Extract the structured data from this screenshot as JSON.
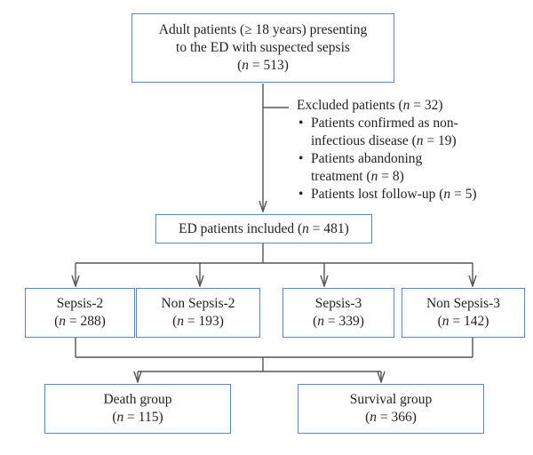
{
  "nodes": {
    "presenting": {
      "lines": [
        "Adult patients (≥ 18 years) presenting",
        "to the ED with suspected sepsis"
      ],
      "n": "513"
    },
    "excluded": {
      "title_prefix": "Excluded patients (",
      "n": "32",
      "items": [
        {
          "lines": [
            "Patients confirmed as non-",
            "infectious disease ("
          ],
          "n": "19"
        },
        {
          "lines": [
            "Patients abandoning",
            "treatment ("
          ],
          "n": "8"
        },
        {
          "lines": [
            "Patients lost follow-up ("
          ],
          "n": "5"
        }
      ]
    },
    "included": {
      "label": "ED patients included (",
      "n": "481"
    },
    "sepsis2": {
      "label": "Sepsis-2",
      "n": "288"
    },
    "non_sepsis2": {
      "label": "Non Sepsis-2",
      "n": "193"
    },
    "sepsis3": {
      "label": "Sepsis-3",
      "n": "339"
    },
    "non_sepsis3": {
      "label": "Non Sepsis-3",
      "n": "142"
    },
    "death": {
      "label": "Death group",
      "n": "115"
    },
    "survival": {
      "label": "Survival group",
      "n": "366"
    }
  },
  "notation": {
    "n_symbol": "n",
    "equals": " = ",
    "open": "(",
    "close": ")"
  }
}
